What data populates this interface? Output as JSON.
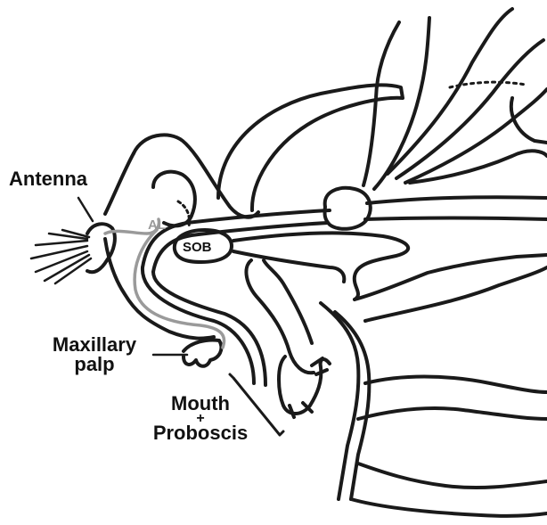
{
  "labels": {
    "antenna": "Antenna",
    "al": "AL",
    "sob": "SOB",
    "maxillary_line1": "Maxillary",
    "maxillary_line2": "palp",
    "mouth_line1": "Mouth",
    "mouth_plus": "+",
    "mouth_line2": "Proboscis"
  },
  "colors": {
    "outline": "#1a1a1a",
    "nerve_grey": "#9a9a9a",
    "background": "#ffffff"
  }
}
